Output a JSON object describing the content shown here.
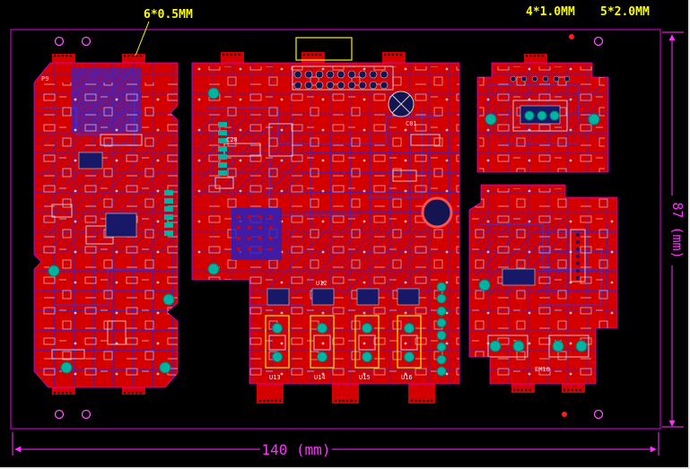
{
  "app": {
    "name": "PCB panel layout drawing"
  },
  "annotations": {
    "tab_note": "6*0.5MM",
    "hole_note_small": "4*1.0MM",
    "hole_note_large": "5*2.0MM"
  },
  "dimensions": {
    "width_label": "140 (mm)",
    "height_label": "87 (mm)"
  },
  "silkscreen": {
    "labels": [
      "P9",
      "C28",
      "U12",
      "U13",
      "U14",
      "U15",
      "U16",
      "C01",
      "EM10"
    ]
  },
  "colors": {
    "background": "#000000",
    "board_copper": "#d40000",
    "trace_blue": "#2424dd",
    "panel_outline": "#c000c0",
    "dimension": "#ff30ff",
    "annotation_yellow": "#ffff00",
    "pad_teal": "#00b4a4",
    "silkscreen_white": "#e8e8e8"
  }
}
